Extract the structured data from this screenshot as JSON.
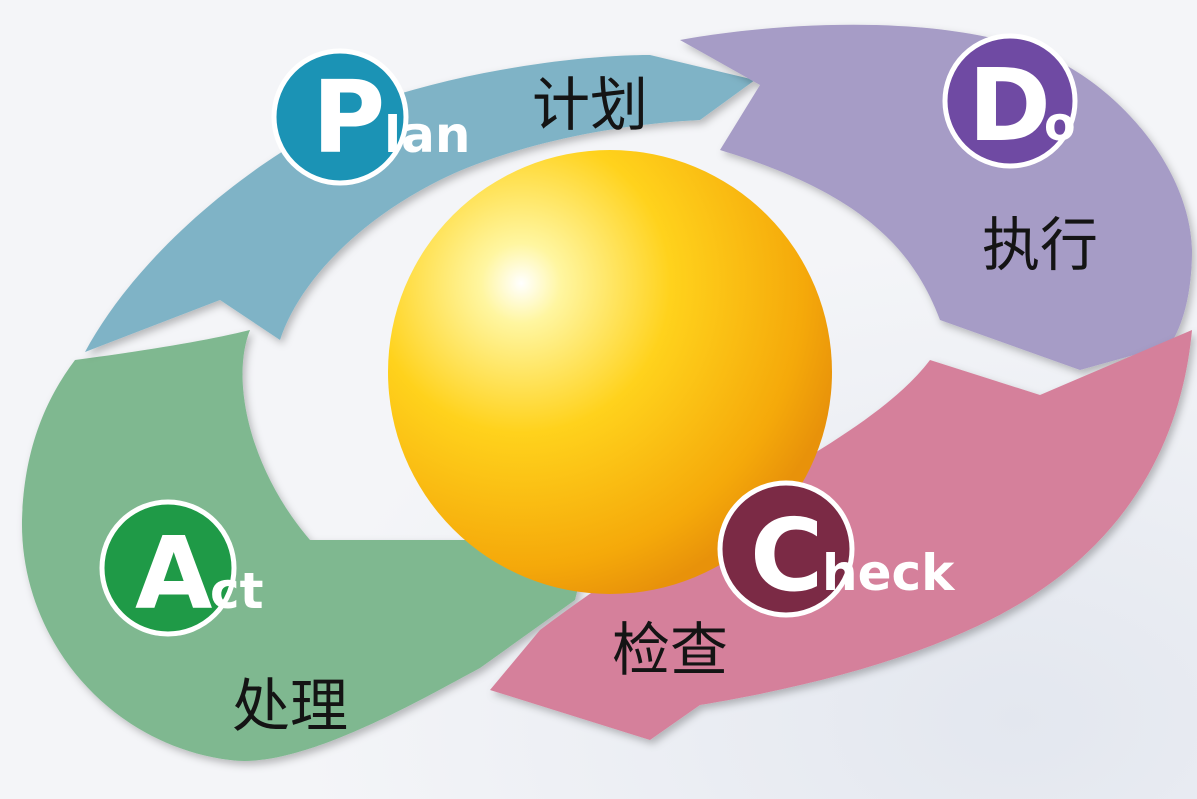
{
  "phases": [
    {
      "key": "plan",
      "letter": "P",
      "rest": "lan",
      "label_cn": "计划",
      "arrow_color": "#7fb3c6",
      "badge_color": "#1b93b5"
    },
    {
      "key": "do",
      "letter": "D",
      "rest": "o",
      "label_cn": "执行",
      "arrow_color": "#a69cc6",
      "badge_color": "#6f4aa3"
    },
    {
      "key": "check",
      "letter": "C",
      "rest": "heck",
      "label_cn": "检查",
      "arrow_color": "#d5809b",
      "badge_color": "#7b2a45"
    },
    {
      "key": "act",
      "letter": "A",
      "rest": "ct",
      "label_cn": "处理",
      "arrow_color": "#7fb890",
      "badge_color": "#1f9a47"
    }
  ],
  "center": {
    "shape": "sphere",
    "color": "#ffc71a"
  }
}
